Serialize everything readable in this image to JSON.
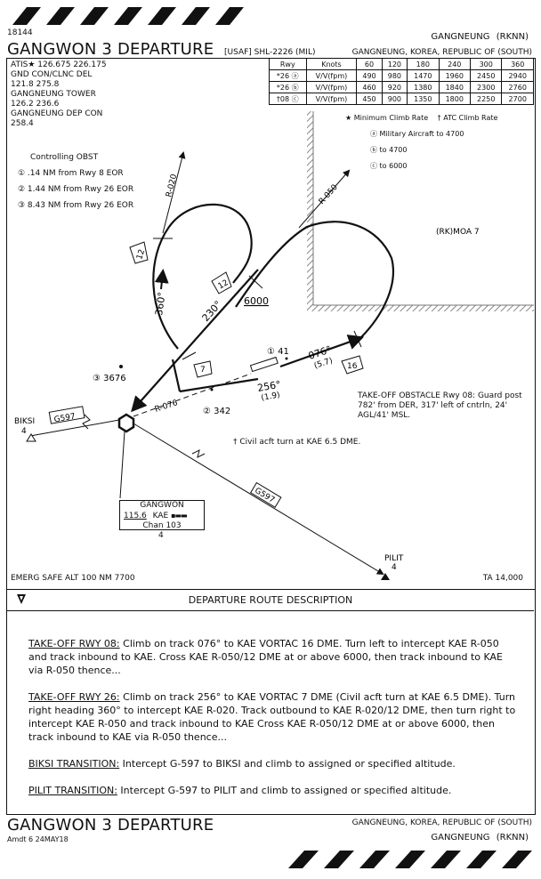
{
  "header": {
    "chart_id": "18144",
    "location_short": "GANGNEUNG",
    "icao": "(RKNN)",
    "title": "GANGWON 3 DEPARTURE",
    "usaf_tag": "[USAF] SHL-2226 (MIL)",
    "location_full": "GANGNEUNG, KOREA, REPUBLIC OF (SOUTH)"
  },
  "comms": [
    "ATIS★ 126.675  226.175",
    "GND CON/CLNC DEL",
    "121.8  275.8",
    "GANGNEUNG TOWER",
    "126.2  236.6",
    "GANGNEUNG DEP CON",
    "258.4"
  ],
  "climb_table": {
    "headers": [
      "Rwy",
      "Knots",
      "60",
      "120",
      "180",
      "240",
      "300",
      "360"
    ],
    "rows": [
      [
        "*26 ⓐ",
        "V/V(fpm)",
        "490",
        "980",
        "1470",
        "1960",
        "2450",
        "2940"
      ],
      [
        "*26 ⓑ",
        "V/V(fpm)",
        "460",
        "920",
        "1380",
        "1840",
        "2300",
        "2760"
      ],
      [
        "†08 ⓒ",
        "V/V(fpm)",
        "450",
        "900",
        "1350",
        "1800",
        "2250",
        "2700"
      ]
    ]
  },
  "legend": {
    "min_climb": "★ Minimum Climb Rate",
    "atc_climb": "† ATC Climb Rate",
    "a": "ⓐ Military Aircraft to 4700",
    "b": "ⓑ to 4700",
    "c": "ⓒ to 6000"
  },
  "obst": {
    "title": "Controlling OBST",
    "items": [
      "① .14 NM from Rwy 8 EOR",
      "② 1.44 NM from Rwy 26 EOR",
      "③ 8.43 NM from Rwy 26 EOR"
    ]
  },
  "map": {
    "moa": "(RK)MOA 7",
    "r020": "R-020",
    "r050": "R-050",
    "r076": "R-076",
    "heading360": "360°",
    "heading230": "230°",
    "alt6000": "6000",
    "track076": "076°",
    "dist076": "(5.7)",
    "track256": "256°",
    "dist256": "(1.9)",
    "obst1": "① 41",
    "obst2": "② 342",
    "obst3": "③ 3676",
    "dme12a": "12",
    "dme12b": "12",
    "dme7": "7",
    "dme16": "16",
    "g597a": "G597",
    "g597b": "G597",
    "biksi": "BIKSI",
    "biksi_num": "4",
    "pilit": "PILIT",
    "pilit_num": "4",
    "takeoff_obst": [
      "TAKE-OFF OBSTACLE Rwy 08: Guard post",
      "782' from DER, 317' left of cntrln, 24'",
      "AGL/41' MSL."
    ],
    "civil_note": "† Civil acft turn at KAE 6.5 DME.",
    "navaid_name": "GANGWON",
    "navaid_freq": "115.6",
    "navaid_id": "KAE",
    "navaid_chan": "Chan 103",
    "navaid_num": "4",
    "emerg": "EMERG SAFE ALT 100 NM 7700",
    "ta": "TA 14,000"
  },
  "route_desc": {
    "heading": "DEPARTURE ROUTE DESCRIPTION",
    "items": [
      {
        "label": "TAKE-OFF RWY 08:",
        "text": " Climb on track 076° to KAE VORTAC 16 DME. Turn left to intercept KAE R-050 and track inbound to KAE. Cross KAE R-050/12 DME at or above 6000, then track inbound to KAE via R-050 thence..."
      },
      {
        "label": "TAKE-OFF RWY 26:",
        "text": " Climb on track 256° to KAE VORTAC 7 DME (Civil acft turn at KAE 6.5 DME). Turn right heading 360° to intercept KAE R-020. Track outbound to KAE R-020/12 DME, then turn right to intercept KAE R-050 and track inbound to KAE  Cross KAE R-050/12 DME at or above 6000, then track inbound to KAE via R-050 thence..."
      },
      {
        "label": "BIKSI TRANSITION:",
        "text": " Intercept G-597 to BIKSI and climb to assigned or specified altitude."
      },
      {
        "label": "PILIT TRANSITION:",
        "text": " Intercept G-597 to PILIT and climb to assigned or specified altitude."
      }
    ]
  },
  "footer": {
    "title": "GANGWON 3 DEPARTURE",
    "amdt": "Amdt 6  24MAY18",
    "location_full": "GANGNEUNG, KOREA, REPUBLIC OF (SOUTH)",
    "location_short": "GANGNEUNG",
    "icao": "(RKNN)"
  }
}
